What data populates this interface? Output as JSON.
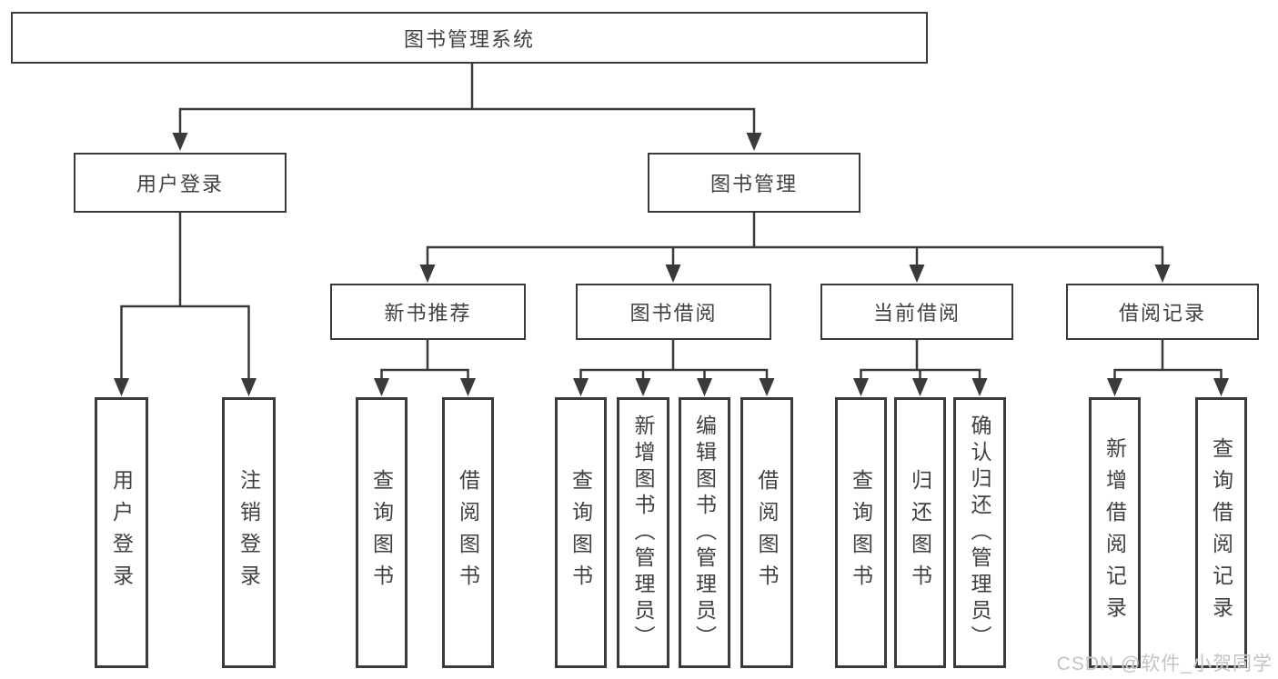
{
  "tree": {
    "root": {
      "label": "图书管理系统"
    },
    "level2": {
      "user_login": {
        "label": "用户登录"
      },
      "book_management": {
        "label": "图书管理"
      }
    },
    "level3": {
      "new_book_recommend": {
        "label": "新书推荐"
      },
      "book_borrow": {
        "label": "图书借阅"
      },
      "current_borrow": {
        "label": "当前借阅"
      },
      "borrow_records": {
        "label": "借阅记录"
      }
    },
    "leaves": {
      "user_login": [
        "用户登录",
        "注销登录"
      ],
      "new_book_recommend": [
        "查询图书",
        "借阅图书"
      ],
      "book_borrow": [
        "查询图书",
        "新增图书（管理员）",
        "编辑图书（管理员）",
        "借阅图书"
      ],
      "current_borrow": [
        "查询图书",
        "归还图书",
        "确认归还（管理员）"
      ],
      "borrow_records": [
        "新增借阅记录",
        "查询借阅记录"
      ]
    }
  },
  "watermark": {
    "text": "CSDN @软件_小贺同学"
  },
  "colors": {
    "line": "#3a3a3a",
    "text": "#414141",
    "background": "#ffffff",
    "watermark_text": "#c3c3c6"
  }
}
